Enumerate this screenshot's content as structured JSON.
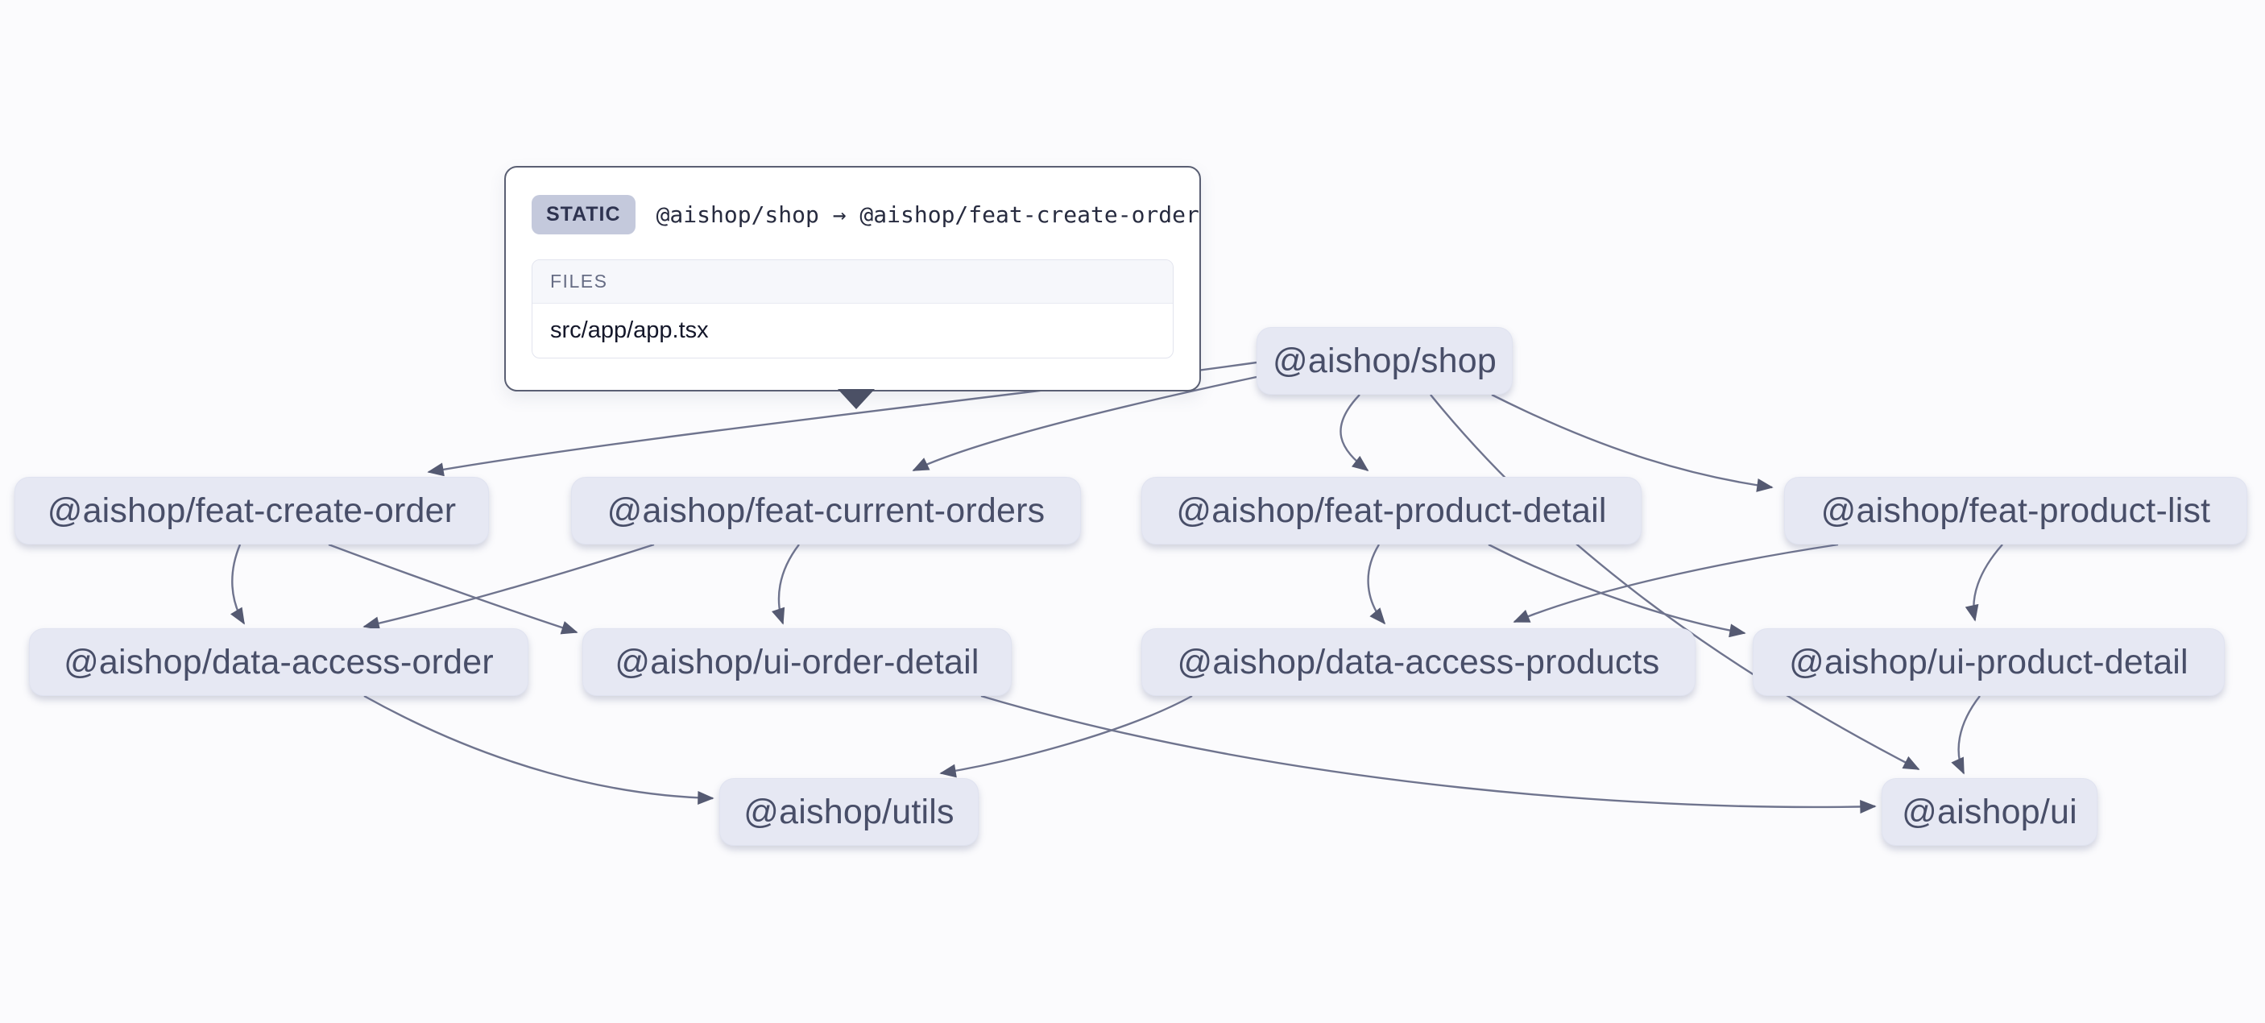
{
  "colors": {
    "background": "#fbfbfd",
    "node_fill": "#e6e8f3",
    "node_text": "#484e68",
    "edge_stroke": "#6f748e",
    "arrowhead": "#555a72",
    "badge_bg": "#c4c9dc",
    "tooltip_border": "#5a5f73"
  },
  "tooltip": {
    "type_label": "STATIC",
    "title": "@aishop/shop → @aishop/feat-create-order",
    "files_header": "FILES",
    "files": [
      "src/app/app.tsx"
    ]
  },
  "graph": {
    "nodes": [
      {
        "id": "shop",
        "label": "@aishop/shop"
      },
      {
        "id": "feat-create-order",
        "label": "@aishop/feat-create-order"
      },
      {
        "id": "feat-current-orders",
        "label": "@aishop/feat-current-orders"
      },
      {
        "id": "feat-product-detail",
        "label": "@aishop/feat-product-detail"
      },
      {
        "id": "feat-product-list",
        "label": "@aishop/feat-product-list"
      },
      {
        "id": "data-access-order",
        "label": "@aishop/data-access-order"
      },
      {
        "id": "ui-order-detail",
        "label": "@aishop/ui-order-detail"
      },
      {
        "id": "data-access-products",
        "label": "@aishop/data-access-products"
      },
      {
        "id": "ui-product-detail",
        "label": "@aishop/ui-product-detail"
      },
      {
        "id": "utils",
        "label": "@aishop/utils"
      },
      {
        "id": "ui",
        "label": "@aishop/ui"
      }
    ],
    "edges": [
      {
        "source": "shop",
        "target": "feat-create-order"
      },
      {
        "source": "shop",
        "target": "feat-current-orders"
      },
      {
        "source": "shop",
        "target": "feat-product-detail"
      },
      {
        "source": "shop",
        "target": "feat-product-list"
      },
      {
        "source": "shop",
        "target": "ui"
      },
      {
        "source": "feat-create-order",
        "target": "data-access-order"
      },
      {
        "source": "feat-create-order",
        "target": "ui-order-detail"
      },
      {
        "source": "feat-current-orders",
        "target": "data-access-order"
      },
      {
        "source": "feat-current-orders",
        "target": "ui-order-detail"
      },
      {
        "source": "feat-product-detail",
        "target": "data-access-products"
      },
      {
        "source": "feat-product-detail",
        "target": "ui-product-detail"
      },
      {
        "source": "feat-product-list",
        "target": "data-access-products"
      },
      {
        "source": "feat-product-list",
        "target": "ui-product-detail"
      },
      {
        "source": "data-access-order",
        "target": "utils"
      },
      {
        "source": "data-access-products",
        "target": "utils"
      },
      {
        "source": "ui-order-detail",
        "target": "ui"
      },
      {
        "source": "ui-product-detail",
        "target": "ui"
      }
    ]
  }
}
